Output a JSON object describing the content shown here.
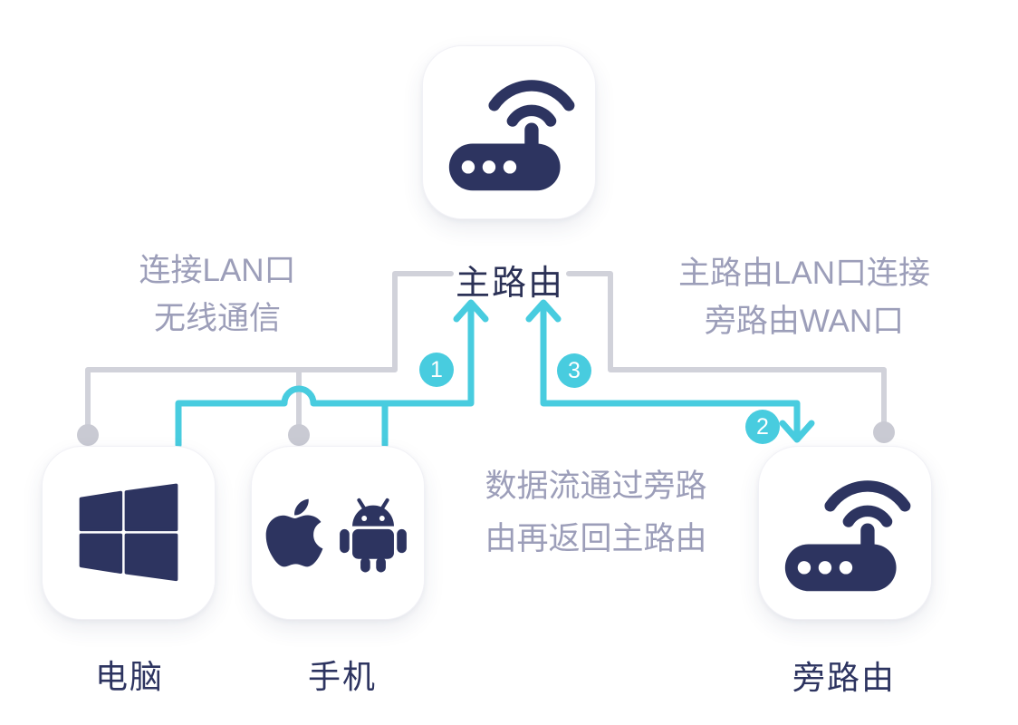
{
  "colors": {
    "accent_cyan": "#48ccdf",
    "navy": "#2d3460",
    "wire_gray": "#d1d2da",
    "dot_gray": "#c9cad3",
    "muted_text": "#9c9eb9",
    "card_bg": "#ffffff"
  },
  "nodes": {
    "main_router": {
      "label": "主路由",
      "icon": "wifi-router-icon"
    },
    "computer": {
      "label": "电脑",
      "icon": "windows-icon"
    },
    "phone": {
      "label": "手机",
      "icons": [
        "apple-icon",
        "android-icon"
      ]
    },
    "side_router": {
      "label": "旁路由",
      "icon": "wifi-router-icon"
    }
  },
  "annotations": {
    "left": {
      "line1": "连接LAN口",
      "line2": "无线通信"
    },
    "right": {
      "line1": "主路由LAN口连接",
      "line2": "旁路由WAN口"
    },
    "center": {
      "line1": "数据流通过旁路",
      "line2": "由再返回主路由"
    }
  },
  "steps": {
    "step1": "1",
    "step2": "2",
    "step3": "3"
  }
}
